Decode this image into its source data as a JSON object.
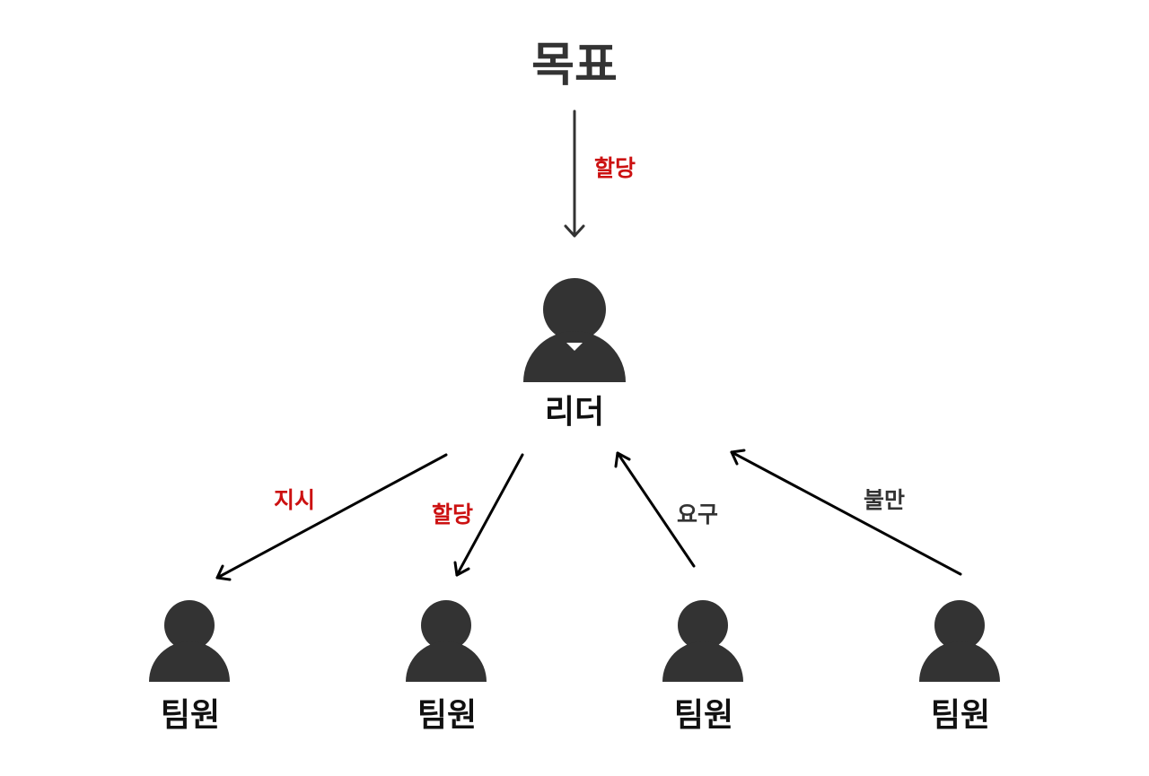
{
  "title": "목표",
  "leader": {
    "label": "리더"
  },
  "members": [
    {
      "label": "팀원"
    },
    {
      "label": "팀원"
    },
    {
      "label": "팀원"
    },
    {
      "label": "팀원"
    }
  ],
  "edges": {
    "goal_to_leader": {
      "label": "할당"
    },
    "leader_to_member1": {
      "label": "지시"
    },
    "leader_to_member2": {
      "label": "할당"
    },
    "member3_to_leader": {
      "label": "요구"
    },
    "member4_to_leader": {
      "label": "불만"
    }
  },
  "colors": {
    "icon": "#333333",
    "downward_label": "#cc1111",
    "upward_label": "#333333",
    "arrow_dark": "#333333",
    "arrow_black": "#000000",
    "background": "#ffffff"
  }
}
